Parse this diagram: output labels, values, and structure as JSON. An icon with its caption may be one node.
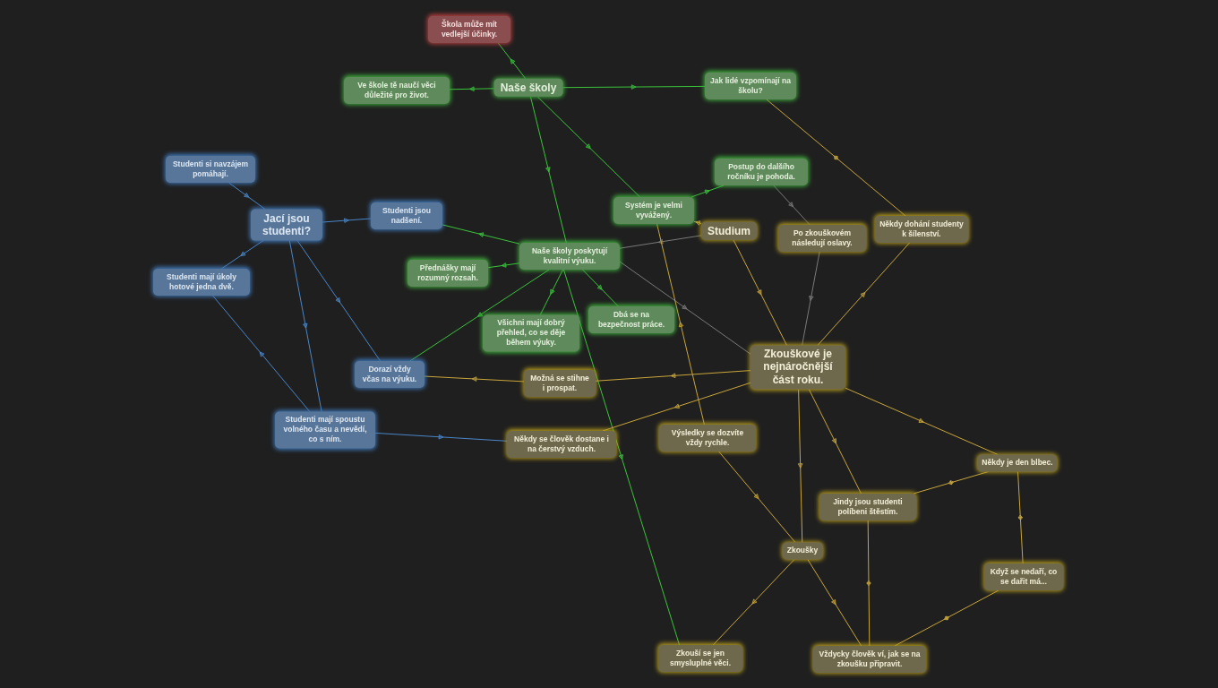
{
  "diagram": {
    "nodes": [
      {
        "text": [
          "Naše školy"
        ]
      },
      {
        "text": [
          "Škola může mít vedlejší účinky."
        ]
      },
      {
        "text": [
          "Ve škole tě naučí věci důležité pro život."
        ]
      },
      {
        "text": [
          "Jak lidé vzpomínají na školu?"
        ]
      },
      {
        "text": [
          "Postup do dalšího ročníku je pohoda."
        ]
      },
      {
        "text": [
          "Systém je velmi vyvážený."
        ]
      },
      {
        "text": [
          "Naše školy poskytují kvalitní výuku."
        ]
      },
      {
        "text": [
          "Přednášky mají rozumný rozsah."
        ]
      },
      {
        "text": [
          "Všichni mají dobrý přehled, co se děje během výuky."
        ]
      },
      {
        "text": [
          "Dbá se na bezpečnost práce."
        ]
      },
      {
        "text": [
          "Studenti si navzájem pomáhají."
        ]
      },
      {
        "text": [
          "Jací jsou studenti?"
        ]
      },
      {
        "text": [
          "Studenti jsou nadšení."
        ]
      },
      {
        "text": [
          "Studenti mají úkoly hotové jedna dvě."
        ]
      },
      {
        "text": [
          "Dorazí vždy včas na výuku."
        ]
      },
      {
        "text": [
          "Studenti mají spoustu volného času a nevědí, co s ním."
        ]
      },
      {
        "text": [
          "Studium"
        ]
      },
      {
        "text": [
          "Po zkouškovém následují oslavy."
        ]
      },
      {
        "text": [
          "Někdy dohání studenty k šílenství."
        ]
      },
      {
        "text": [
          "Zkouškové je nejnáročnější část roku."
        ]
      },
      {
        "text": [
          "Možná se stihne i prospat."
        ]
      },
      {
        "text": [
          "Někdy se člověk dostane i na čerstvý vzduch."
        ]
      },
      {
        "text": [
          "Výsledky se dozvíte vždy rychle."
        ]
      },
      {
        "text": [
          "Někdy je den blbec."
        ]
      },
      {
        "text": [
          "Jindy jsou studenti políbeni štěstím."
        ]
      },
      {
        "text": [
          "Zkoušky"
        ]
      },
      {
        "text": [
          "Když se nedaří, co se dařit má..."
        ]
      },
      {
        "text": [
          "Zkouší se jen smysluplné věci."
        ]
      },
      {
        "text": [
          "Vždycky člověk ví, jak se na zkoušku připravit."
        ]
      }
    ],
    "edges": [
      {
        "from": 0,
        "to": 1,
        "arrow": "to",
        "color": "#39c43a"
      },
      {
        "from": 0,
        "to": 2,
        "arrow": "to",
        "color": "#39c43a"
      },
      {
        "from": 0,
        "to": 3,
        "arrow": "to",
        "color": "#39c43a"
      },
      {
        "from": 0,
        "to": 6,
        "arrow": "to",
        "color": "#39c43a"
      },
      {
        "from": 0,
        "to": 5,
        "arrow": "to",
        "color": "#39c43a"
      },
      {
        "from": 5,
        "to": 4,
        "arrow": "to",
        "color": "#39c43a"
      },
      {
        "from": 16,
        "to": 5,
        "arrow": "to"
      },
      {
        "from": 6,
        "to": 12,
        "arrow": "to",
        "color": "#39c43a"
      },
      {
        "from": 6,
        "to": 7,
        "arrow": "to",
        "color": "#39c43a"
      },
      {
        "from": 6,
        "to": 8,
        "arrow": "to",
        "color": "#39c43a"
      },
      {
        "from": 6,
        "to": 9,
        "arrow": "to",
        "color": "#39c43a"
      },
      {
        "from": 6,
        "to": 14,
        "arrow": "to",
        "color": "#39c43a"
      },
      {
        "from": 6,
        "to": 27,
        "arrow": "to",
        "color": "#39c43a"
      },
      {
        "from": 16,
        "to": 6,
        "arrow": "to",
        "color": "#7a7a7a"
      },
      {
        "from": 6,
        "to": 19,
        "arrow": "to",
        "color": "#7a7a7a"
      },
      {
        "from": 4,
        "to": 17,
        "arrow": "to",
        "color": "#7a7a7a"
      },
      {
        "from": 17,
        "to": 19,
        "arrow": "to",
        "color": "#7a7a7a"
      },
      {
        "from": 10,
        "to": 11,
        "arrow": "to",
        "color": "#4a86c8"
      },
      {
        "from": 11,
        "to": 12,
        "arrow": "to",
        "color": "#4a86c8"
      },
      {
        "from": 11,
        "to": 13,
        "arrow": "to",
        "color": "#4a86c8"
      },
      {
        "from": 11,
        "to": 15,
        "arrow": "to",
        "color": "#4a86c8"
      },
      {
        "from": 11,
        "to": 14,
        "arrow": "to",
        "color": "#4a86c8"
      },
      {
        "from": 15,
        "to": 13,
        "arrow": "to",
        "color": "#4a86c8"
      },
      {
        "from": 15,
        "to": 21,
        "arrow": "to",
        "color": "#4a86c8"
      },
      {
        "from": 3,
        "to": 18,
        "arrow": "both"
      },
      {
        "from": 16,
        "to": 19,
        "arrow": "to"
      },
      {
        "from": 19,
        "to": 18,
        "arrow": "to"
      },
      {
        "from": 19,
        "to": 20,
        "arrow": "to"
      },
      {
        "from": 20,
        "to": 14,
        "arrow": "to"
      },
      {
        "from": 19,
        "to": 21,
        "arrow": "to"
      },
      {
        "from": 22,
        "to": 5,
        "arrow": "to"
      },
      {
        "from": 22,
        "to": 25,
        "arrow": "to"
      },
      {
        "from": 19,
        "to": 25,
        "arrow": "to"
      },
      {
        "from": 19,
        "to": 24,
        "arrow": "to"
      },
      {
        "from": 19,
        "to": 23,
        "arrow": "to"
      },
      {
        "from": 25,
        "to": 27,
        "arrow": "to"
      },
      {
        "from": 25,
        "to": 28,
        "arrow": "to"
      },
      {
        "from": 24,
        "to": 23,
        "arrow": "both"
      },
      {
        "from": 24,
        "to": 28,
        "arrow": "both"
      },
      {
        "from": 23,
        "to": 26,
        "arrow": "both"
      },
      {
        "from": 26,
        "to": 28,
        "arrow": "both"
      }
    ]
  }
}
